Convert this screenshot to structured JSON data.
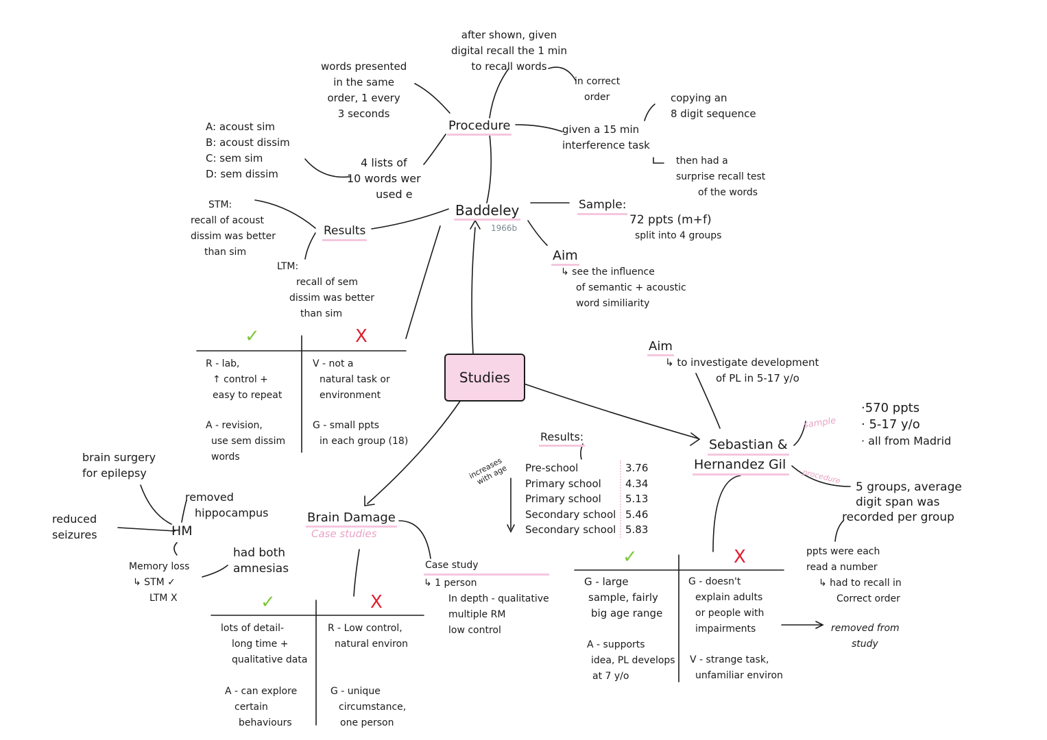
{
  "central": {
    "label": "Studies"
  },
  "baddeley": {
    "title": "Baddeley",
    "year": "1966b",
    "procedure_label": "Procedure",
    "procedure_words": [
      "words presented",
      "in the same",
      "order, 1 every",
      "3 seconds"
    ],
    "procedure_after": [
      "after shown, given",
      "digital recall the 1 min",
      "to recall words"
    ],
    "procedure_order": [
      "in correct",
      "order"
    ],
    "procedure_interference": [
      "given a 15 min",
      "interference task"
    ],
    "procedure_copying": [
      "copying an",
      "8 digit sequence"
    ],
    "procedure_surprise": [
      "then had a",
      "surprise recall test",
      "of the words"
    ],
    "lists": [
      "4 lists of",
      "10 words wer",
      "used e"
    ],
    "conditions": [
      "A: acoust sim",
      "B: acoust dissim",
      "C: sem sim",
      "D: sem dissim"
    ],
    "results_label": "Results",
    "results_stm": [
      "STM:",
      "recall of acoust",
      "dissim was better",
      "than sim"
    ],
    "results_ltm": [
      "LTM:",
      "recall of sem",
      "dissim was better",
      "than sim"
    ],
    "sample_label": "Sample:",
    "sample_text": [
      "72 ppts (m+f)",
      "split into 4 groups"
    ],
    "aim_label": "Aim",
    "aim_text": [
      "↳ see the influence",
      "of semantic + acoustic",
      "word similiarity"
    ],
    "eval_pos_1": [
      "R - lab,",
      "↑ control +",
      "easy to repeat"
    ],
    "eval_pos_2": [
      "A - revision,",
      "use sem dissim",
      "words"
    ],
    "eval_neg_1": [
      "V - not a",
      "natural task or",
      "environment"
    ],
    "eval_neg_2": [
      "G - small ppts",
      "in each group (18)"
    ]
  },
  "brain_damage": {
    "title": "Brain Damage",
    "subtitle": "Case studies",
    "case_study": [
      "Case study",
      "↳ 1 person",
      "In depth - qualitative",
      "multiple RM",
      "low control"
    ],
    "hm": "HM",
    "surgery": [
      "brain surgery",
      "for epilepsy"
    ],
    "removed": [
      "removed",
      "hippocampus"
    ],
    "seizures": [
      "reduced",
      "seizures"
    ],
    "memory_loss": [
      "Memory loss",
      "↳ STM ✓",
      "LTM X"
    ],
    "amnesias": [
      "had both",
      "amnesias"
    ],
    "eval_pos_1": [
      "lots of detail-",
      "long time +",
      "qualitative data"
    ],
    "eval_pos_2": [
      "A - can explore",
      "certain",
      "behaviours"
    ],
    "eval_neg_1": [
      "R - Low control,",
      "natural environ"
    ],
    "eval_neg_2": [
      "G - unique",
      "circumstance,",
      "one person"
    ]
  },
  "sebastian": {
    "title_1": "Sebastian &",
    "title_2": "Hernandez Gil",
    "aim_label": "Aim",
    "aim_text": [
      "↳ to investigate development",
      "of PL in 5-17 y/o"
    ],
    "sample_tag": "sample",
    "sample_text": [
      "·570 ppts",
      "· 5-17 y/o",
      "· all from Madrid"
    ],
    "procedure_tag": "procedure",
    "procedure_text": [
      "5 groups, average",
      "digit span was",
      "recorded per group"
    ],
    "procedure_detail": [
      "ppts were each",
      "read a number",
      "↳ had to recall in",
      "Correct order"
    ],
    "removed": [
      "removed from",
      "study"
    ],
    "results_label": "Results:",
    "increases": [
      "increases",
      "with age"
    ],
    "result_groups": [
      "Pre-school",
      "Primary school",
      "Primary school",
      "Secondary school",
      "Secondary school"
    ],
    "result_values": [
      "3.76",
      "4.34",
      "5.13",
      "5.46",
      "5.83"
    ],
    "eval_pos_1": [
      "G - large",
      "sample, fairly",
      "big age range"
    ],
    "eval_pos_2": [
      "A - supports",
      "idea, PL develops",
      "at 7 y/o"
    ],
    "eval_neg_1": [
      "G - doesn't",
      "explain adults",
      "or people with",
      "impairments"
    ],
    "eval_neg_2": [
      "V - strange task,",
      "unfamiliar environ"
    ]
  },
  "marks": {
    "tick": "✓",
    "cross": "X"
  },
  "colors": {
    "highlight": "#f5c6de",
    "box_fill": "#f8d5e7",
    "tick": "#7dc73a",
    "cross": "#e01e2f",
    "tag": "#e9a3c6"
  }
}
